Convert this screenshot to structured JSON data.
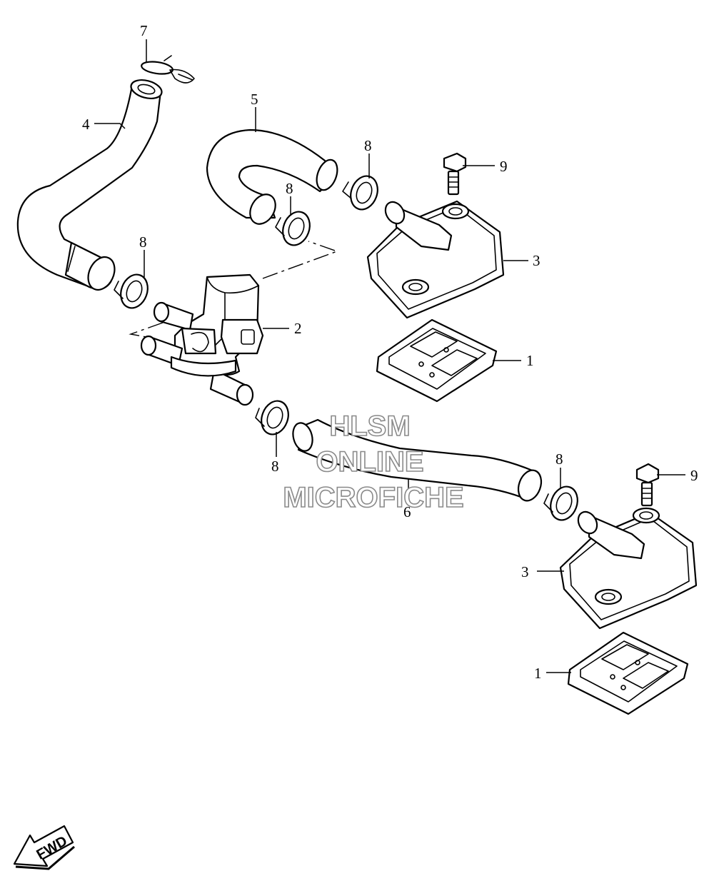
{
  "callouts": {
    "c1a": "1",
    "c1b": "1",
    "c2": "2",
    "c3a": "3",
    "c3b": "3",
    "c4": "4",
    "c5": "5",
    "c6": "6",
    "c7": "7",
    "c8a": "8",
    "c8b": "8",
    "c8c": "8",
    "c8d": "8",
    "c8e": "8",
    "c9a": "9",
    "c9b": "9"
  },
  "watermark": {
    "line1": "HLSM",
    "line2": "ONLINE",
    "line3": "MICROFICHE"
  },
  "direction_badge": {
    "label": "FWD"
  }
}
